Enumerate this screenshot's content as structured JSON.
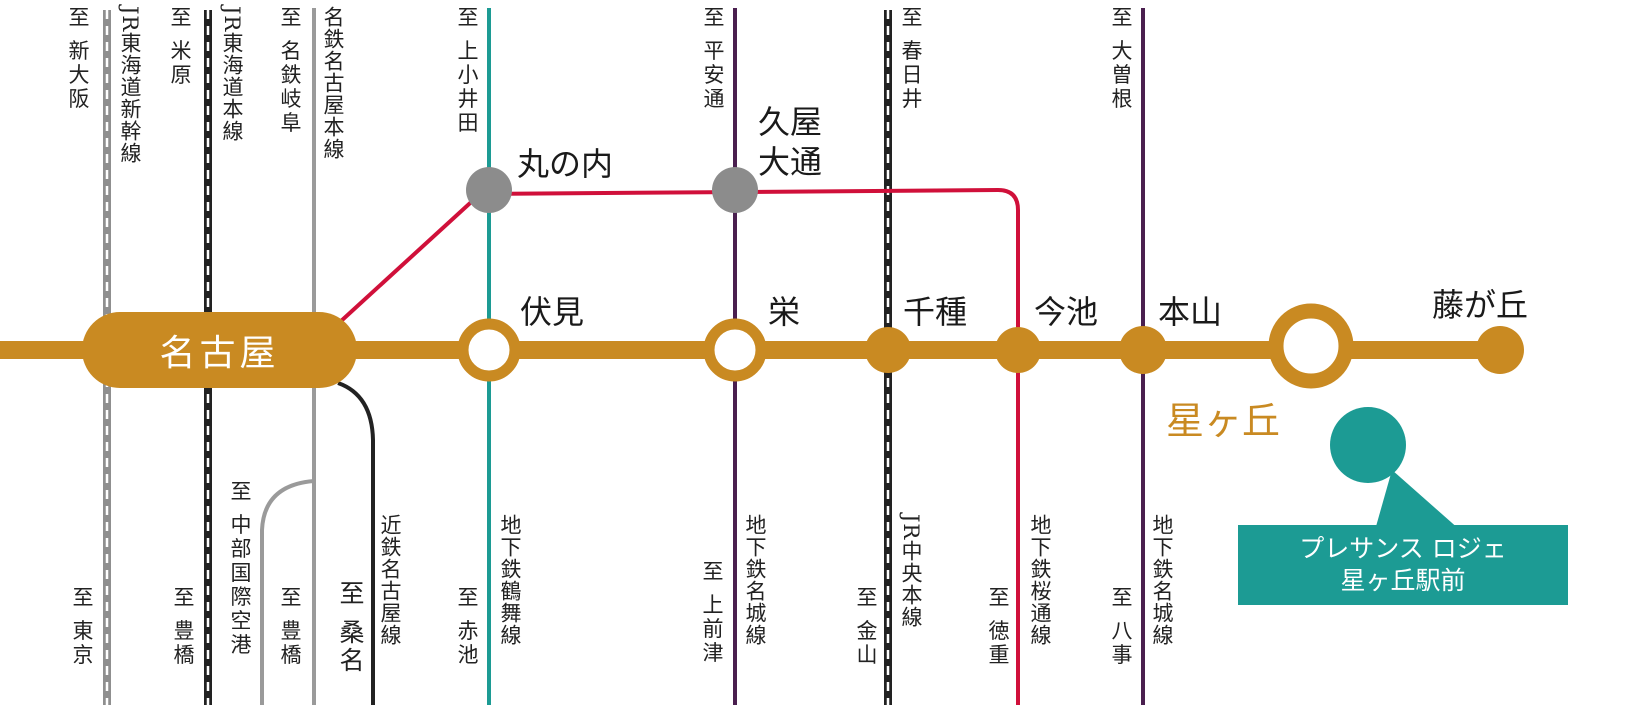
{
  "colors": {
    "main": "#c98a22",
    "red": "#d0103a",
    "teal": "#1c9b94",
    "purple": "#4a1f4f",
    "gray": "#8f8f8f",
    "black": "#222222",
    "station_gray": "#8c8c8c"
  },
  "top_labels": [
    "至 新大阪",
    "JR東海道新幹線",
    "至 米原",
    "JR東海道本線",
    "至 名鉄岐阜",
    "名鉄名古屋本線",
    "至 上小井田",
    "至 平安通",
    "至 春日井",
    "至 大曽根"
  ],
  "bottom_labels": [
    "至 東京",
    "至 豊橋",
    "至 中部国際空港",
    "至 豊橋",
    "至 桑名",
    "近鉄名古屋線",
    "至 赤池",
    "地下鉄鶴舞線",
    "至 上前津",
    "地下鉄名城線",
    "至 金山",
    "JR中央本線",
    "至 徳重",
    "地下鉄桜通線",
    "至 八事",
    "地下鉄名城線"
  ],
  "stations": {
    "nagoya": "名古屋",
    "marunouchi": "丸の内",
    "hisaya_line1": "久屋",
    "hisaya_line2": "大通",
    "fushimi": "伏見",
    "sakae": "栄",
    "chikusa": "千種",
    "imaike": "今池",
    "motoyama": "本山",
    "hoshigaoka": "星ヶ丘",
    "fujigaoka": "藤が丘"
  },
  "callout": {
    "line1": "プレサンス ロジェ",
    "line2": "星ヶ丘駅前"
  }
}
